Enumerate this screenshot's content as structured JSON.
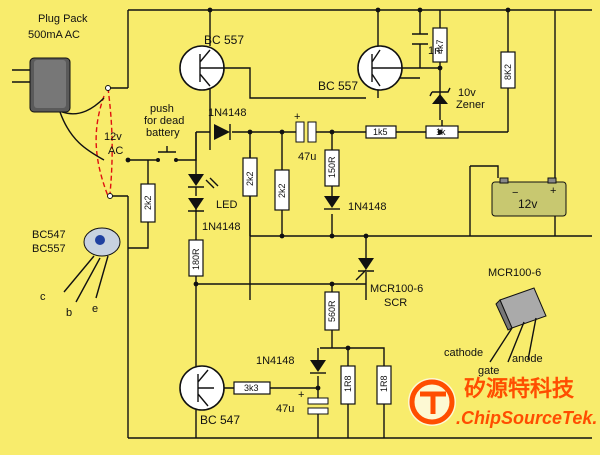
{
  "labels": {
    "plug_pack_1": "Plug Pack",
    "plug_pack_2": "500mA  AC",
    "ac_1": "12v",
    "ac_2": "AC",
    "bc547": "BC547",
    "bc557": "BC557",
    "pin_c": "c",
    "pin_b": "b",
    "pin_e": "e",
    "q1": "BC 557",
    "q2": "BC 557",
    "q3": "BC 547",
    "push_1": "push",
    "push_2": "for dead",
    "push_3": "battery",
    "d1": "1N4148",
    "d_led2": "1N4148",
    "d3": "1N4148",
    "d4": "1N4148",
    "led": "LED",
    "zener_1": "10v",
    "zener_2": "Zener",
    "cap_1n": "1n",
    "cap_47u_a": "47u",
    "cap_47u_b": "47u",
    "scr_1": "MCR100-6",
    "scr_2": "SCR",
    "mcr_title": "MCR100-6",
    "pin_cathode": "cathode",
    "pin_gate": "gate",
    "pin_anode": "anode",
    "battery": "12v"
  },
  "resistors": {
    "r_2k2_a": "2k2",
    "r_2k2_b": "2k2",
    "r_2k2_c": "2k2",
    "r_150r": "150R",
    "r_1k5": "1k5",
    "r_1k": "1k",
    "r_8k2": "8K2",
    "r_4k7": "4k7",
    "r_180r": "180R",
    "r_560r": "560R",
    "r_3k3": "3k3",
    "r_1r8_a": "1R8",
    "r_1r8_b": "1R8"
  },
  "watermark": {
    "cn": "矽源特科技",
    "en": ".ChipSourceTek."
  },
  "colors": {
    "background": "#f8ec6c",
    "wire": "#111111",
    "ac_wire": "#e01010",
    "watermark": "#ff4e00",
    "battery_body": "#c8c870"
  }
}
